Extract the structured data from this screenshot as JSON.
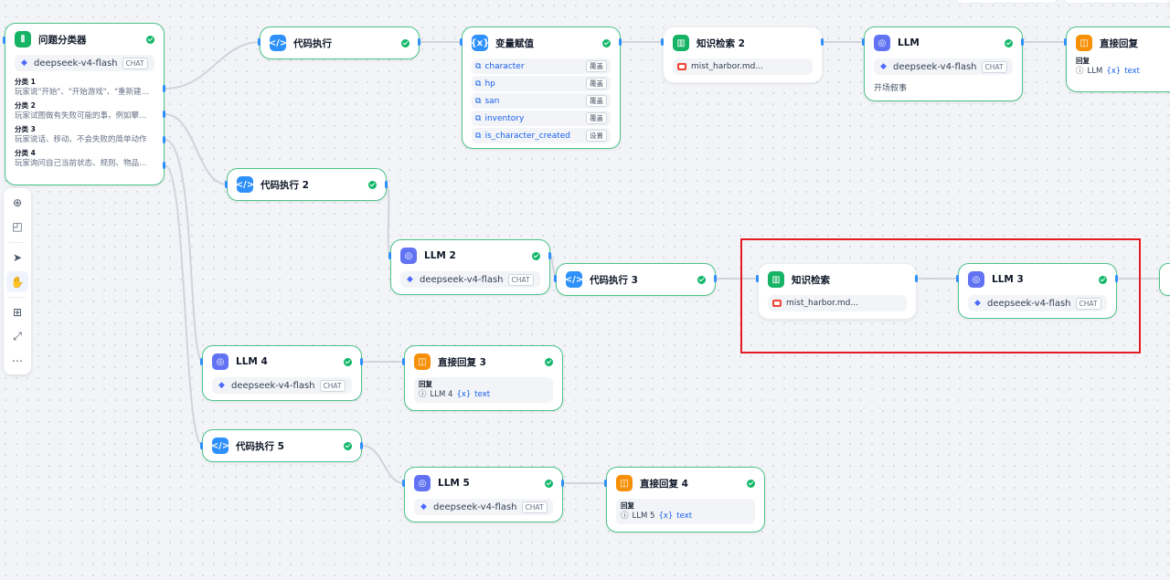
{
  "colors": {
    "node_border": "#4cc38a",
    "handle": "#2e90fa",
    "highlight": "#e31b23",
    "edge": "#d0d5dd"
  },
  "chat_badge": "CHAT",
  "classifier": {
    "title": "问题分类器",
    "model": "deepseek-v4-flash",
    "classes": [
      {
        "label": "分类 1",
        "desc": "玩家说\"开始\"、\"开始游戏\"、\"重新建立角色\"等"
      },
      {
        "label": "分类 2",
        "desc": "玩家试图做有失败可能的事，例如攀爬、战斗"
      },
      {
        "label": "分类 3",
        "desc": "玩家说话、移动、不会失败的简单动作"
      },
      {
        "label": "分类 4",
        "desc": "玩家询问自己当前状态、规则、物品等信息"
      }
    ]
  },
  "code1": {
    "title": "代码执行"
  },
  "assign": {
    "title": "变量赋值",
    "vars": [
      {
        "name": "character",
        "op": "覆盖"
      },
      {
        "name": "hp",
        "op": "覆盖"
      },
      {
        "name": "san",
        "op": "覆盖"
      },
      {
        "name": "inventory",
        "op": "覆盖"
      },
      {
        "name": "is_character_created",
        "op": "设置"
      }
    ]
  },
  "kb2": {
    "title": "知识检索 2",
    "file": "mist_harbor.md..."
  },
  "llm1": {
    "title": "LLM",
    "model": "deepseek-v4-flash",
    "prompt": "开场叙事"
  },
  "reply1": {
    "title": "直接回复",
    "label": "回复",
    "source": "LLM",
    "var": "text"
  },
  "code2": {
    "title": "代码执行 2"
  },
  "llm2": {
    "title": "LLM 2",
    "model": "deepseek-v4-flash"
  },
  "code3": {
    "title": "代码执行 3"
  },
  "kb1": {
    "title": "知识检索",
    "file": "mist_harbor.md..."
  },
  "llm3": {
    "title": "LLM 3",
    "model": "deepseek-v4-flash"
  },
  "llm4": {
    "title": "LLM 4",
    "model": "deepseek-v4-flash"
  },
  "reply3": {
    "title": "直接回复 3",
    "label": "回复",
    "source": "LLM 4",
    "var": "text"
  },
  "code5": {
    "title": "代码执行 5"
  },
  "llm5": {
    "title": "LLM 5",
    "model": "deepseek-v4-flash"
  },
  "reply4": {
    "title": "直接回复 4",
    "label": "回复",
    "source": "LLM 5",
    "var": "text"
  },
  "toolbar": {
    "tools": [
      {
        "name": "add-node-icon",
        "glyph": "⊕"
      },
      {
        "name": "note-icon",
        "glyph": "◰"
      },
      {
        "name": "pointer-icon",
        "glyph": "➤"
      },
      {
        "name": "hand-icon",
        "glyph": "✋"
      },
      {
        "name": "layout-icon",
        "glyph": "⊞"
      },
      {
        "name": "fit-view-icon",
        "glyph": "⤢"
      },
      {
        "name": "more-icon",
        "glyph": "⋯"
      }
    ]
  }
}
